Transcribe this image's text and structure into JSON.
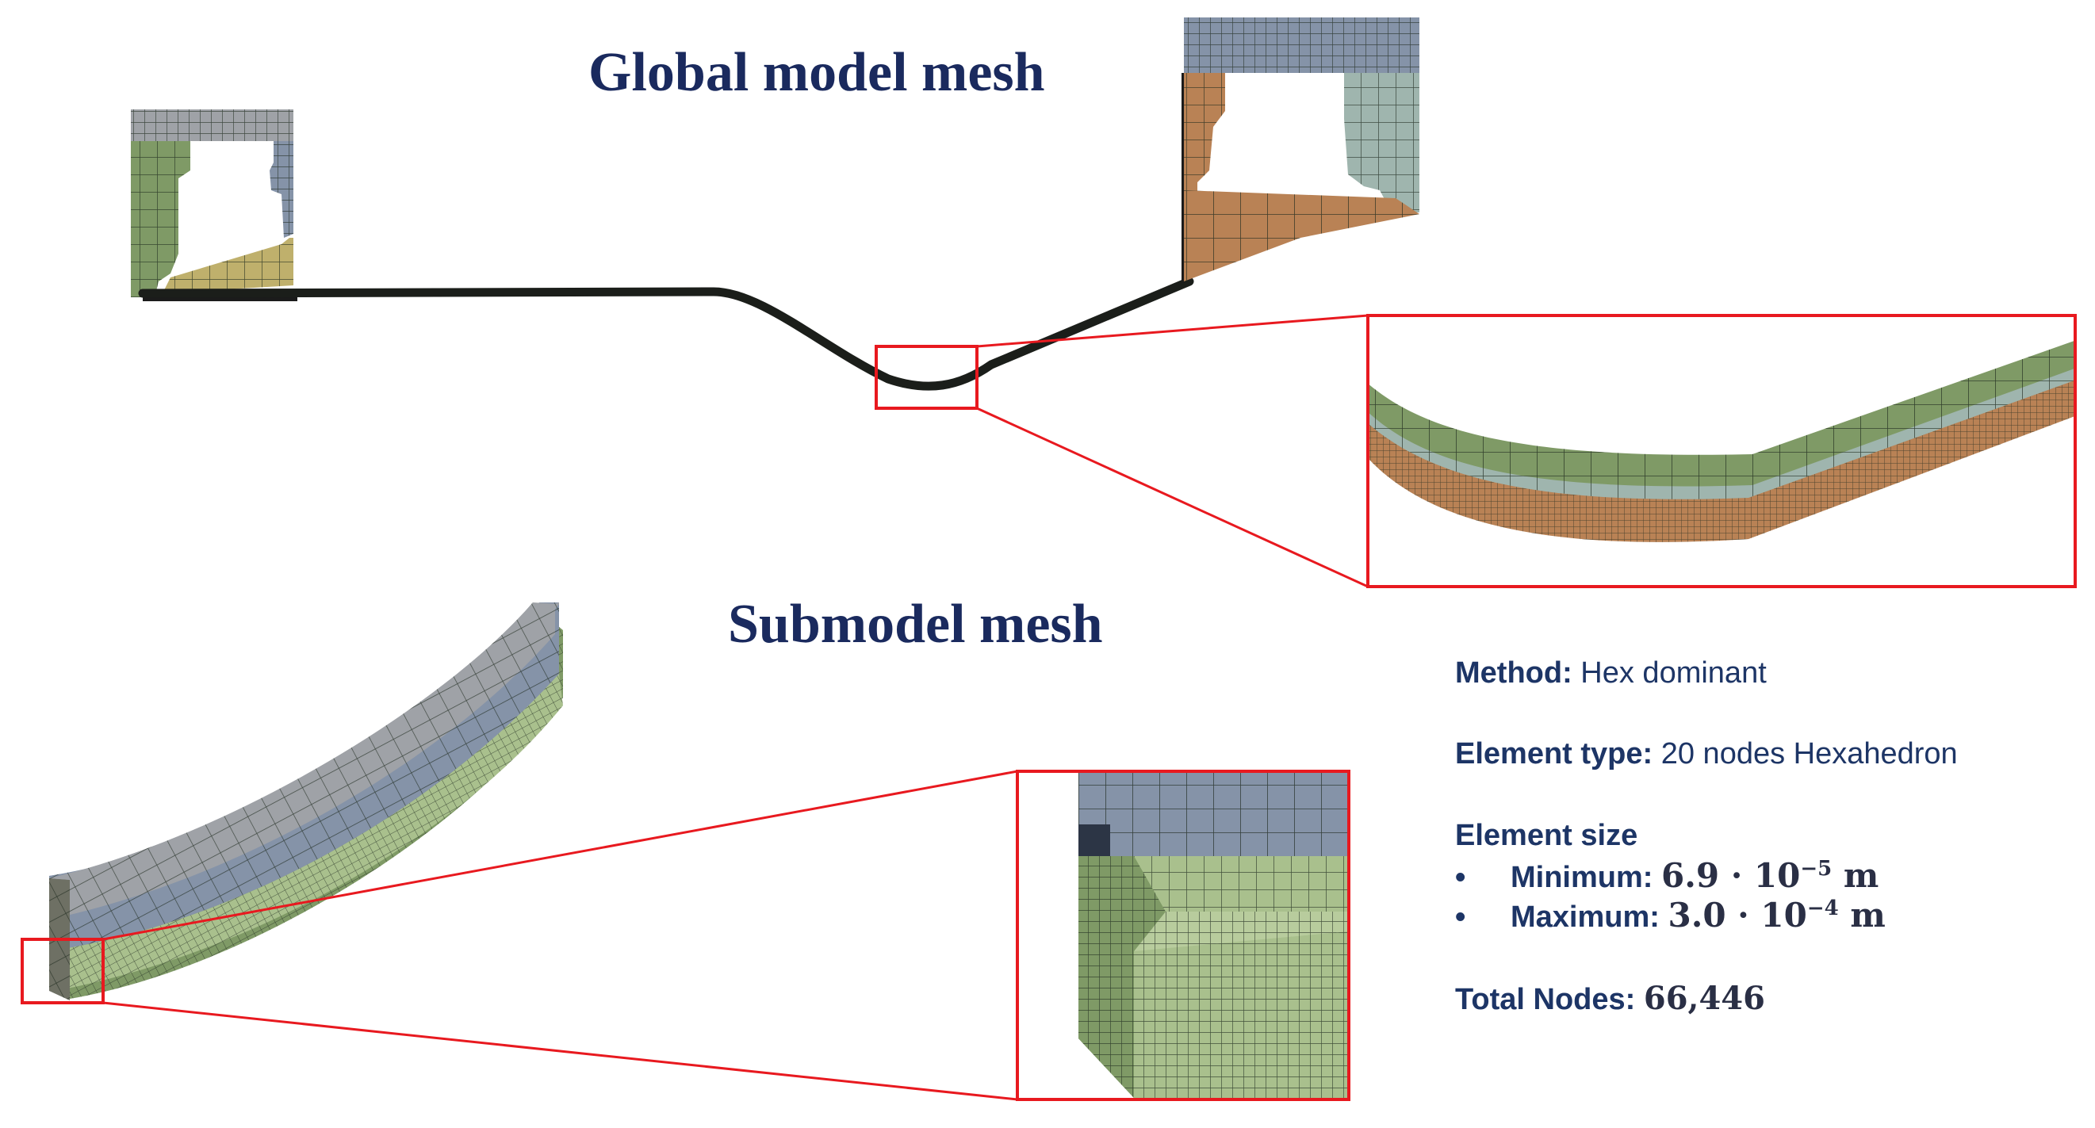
{
  "titles": {
    "global": "Global model mesh",
    "submodel": "Submodel mesh"
  },
  "specs": {
    "method_label": "Method:",
    "method_value": "Hex dominant",
    "element_type_label": "Element type:",
    "element_type_value": "20 nodes Hexahedron",
    "element_size_label": "Element size",
    "bullet": "•",
    "minimum_label": "Minimum:",
    "minimum_mantissa": "6.9 · 10",
    "minimum_exponent": "−5",
    "minimum_unit": " m",
    "maximum_label": "Maximum:",
    "maximum_mantissa": "3.0 · 10",
    "maximum_exponent": "−4",
    "maximum_unit": " m",
    "total_nodes_label": "Total Nodes:",
    "total_nodes_value": "66,446"
  },
  "colors": {
    "title_navy": "#1a2a5e",
    "spec_navy": "#1d3566",
    "highlight_red": "#e8191f",
    "mesh_green": "#7f9a66",
    "mesh_light_green": "#a9c08d",
    "mesh_tan": "#bfb06c",
    "mesh_brown": "#b98255",
    "mesh_grey": "#9fa2a7",
    "mesh_blue": "#8593a8",
    "mesh_light_blue": "#9fb5ae",
    "mesh_line": "#1f2a1f"
  }
}
